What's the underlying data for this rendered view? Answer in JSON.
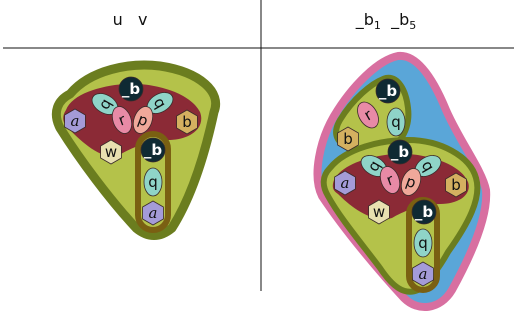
{
  "columns": {
    "left_header": "u   v",
    "right_header_parts": [
      {
        "text": "_b",
        "sub": "1"
      },
      {
        "text": "_b",
        "sub": "5"
      }
    ]
  },
  "colors": {
    "olive_dark": "#6b7d1f",
    "olive_light": "#b4c24a",
    "brown_fill": "#8b2a36",
    "brown_outline": "#7a6012",
    "pink_outline": "#d86fa0",
    "blue_fill": "#5aa6d8",
    "node_dark": "#0f2a33",
    "node_teal": "#8fd4c8",
    "node_pink": "#e88aa6",
    "node_salmon": "#f0a89a",
    "node_purple": "#a49bd8",
    "node_tan": "#d4b060",
    "node_cream": "#e8e0b0"
  },
  "left_graph": {
    "nodes": [
      {
        "id": "b",
        "label": "_b",
        "shape": "circle",
        "color": "node_dark"
      },
      {
        "id": "q1",
        "label": "q",
        "shape": "petal",
        "color": "node_teal"
      },
      {
        "id": "q2",
        "label": "q",
        "shape": "petal",
        "color": "node_teal"
      },
      {
        "id": "r",
        "label": "r",
        "shape": "petal",
        "color": "node_pink"
      },
      {
        "id": "p",
        "label": "p",
        "shape": "petal",
        "color": "node_salmon"
      },
      {
        "id": "a1",
        "label": "a",
        "shape": "hexagon",
        "color": "node_purple"
      },
      {
        "id": "bb",
        "label": "b",
        "shape": "hexagon",
        "color": "node_tan"
      },
      {
        "id": "w",
        "label": "w",
        "shape": "hexagon",
        "color": "node_cream"
      },
      {
        "id": "b2",
        "label": "_b",
        "shape": "circle",
        "color": "node_dark"
      },
      {
        "id": "q3",
        "label": "q",
        "shape": "petal",
        "color": "node_teal"
      },
      {
        "id": "a2",
        "label": "a",
        "shape": "hexagon",
        "color": "node_purple"
      }
    ]
  },
  "right_graph": {
    "nodes": [
      {
        "id": "t_b",
        "label": "_b",
        "shape": "circle",
        "color": "node_dark"
      },
      {
        "id": "t_r",
        "label": "r",
        "shape": "petal",
        "color": "node_pink"
      },
      {
        "id": "t_q",
        "label": "q",
        "shape": "petal",
        "color": "node_teal"
      },
      {
        "id": "t_bb",
        "label": "b",
        "shape": "hexagon",
        "color": "node_tan"
      },
      {
        "id": "b",
        "label": "_b",
        "shape": "circle",
        "color": "node_dark"
      },
      {
        "id": "q1",
        "label": "q",
        "shape": "petal",
        "color": "node_teal"
      },
      {
        "id": "q2",
        "label": "q",
        "shape": "petal",
        "color": "node_teal"
      },
      {
        "id": "r",
        "label": "r",
        "shape": "petal",
        "color": "node_pink"
      },
      {
        "id": "p",
        "label": "p",
        "shape": "petal",
        "color": "node_salmon"
      },
      {
        "id": "a1",
        "label": "a",
        "shape": "hexagon",
        "color": "node_purple"
      },
      {
        "id": "bb",
        "label": "b",
        "shape": "hexagon",
        "color": "node_tan"
      },
      {
        "id": "w",
        "label": "w",
        "shape": "hexagon",
        "color": "node_cream"
      },
      {
        "id": "b2",
        "label": "_b",
        "shape": "circle",
        "color": "node_dark"
      },
      {
        "id": "q3",
        "label": "q",
        "shape": "petal",
        "color": "node_teal"
      },
      {
        "id": "a2",
        "label": "a",
        "shape": "hexagon",
        "color": "node_purple"
      }
    ]
  }
}
